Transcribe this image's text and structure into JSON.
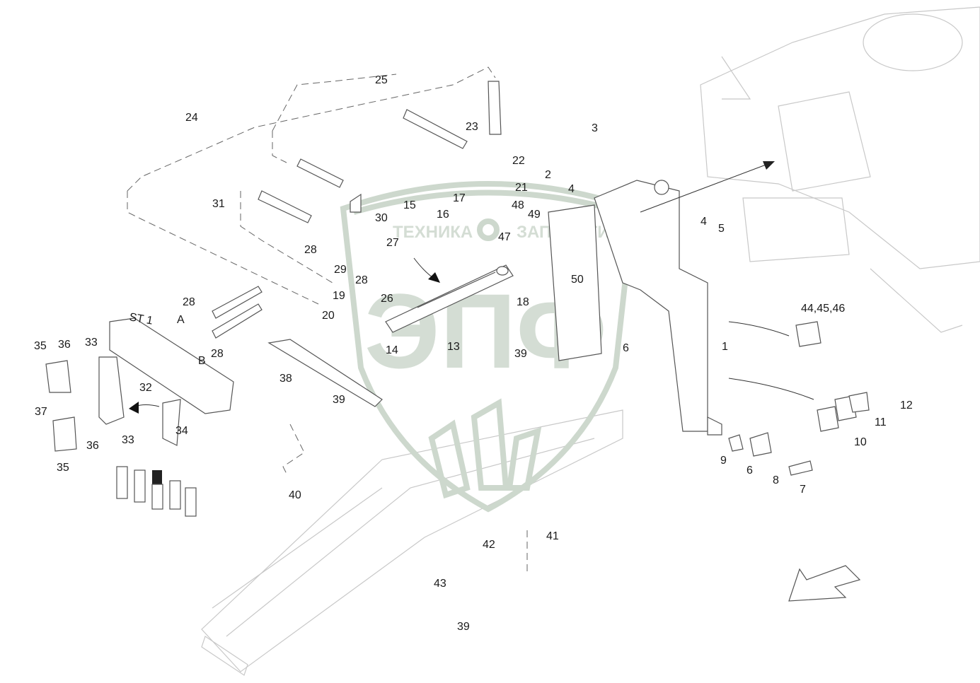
{
  "watermark": {
    "left_word": "ТЕХНИКА",
    "right_word": "ЗАПЧАСТИ",
    "logo_letters": "ЭПФ"
  },
  "labels": {
    "st1": "ST 1",
    "port_a": "A",
    "port_b": "B"
  },
  "callouts": [
    "1",
    "2",
    "3",
    "4",
    "4",
    "5",
    "6",
    "6",
    "7",
    "8",
    "9",
    "10",
    "11",
    "12",
    "13",
    "14",
    "15",
    "16",
    "17",
    "18",
    "19",
    "20",
    "21",
    "22",
    "23",
    "24",
    "25",
    "26",
    "27",
    "28",
    "28",
    "28",
    "28",
    "29",
    "30",
    "31",
    "32",
    "33",
    "33",
    "34",
    "35",
    "35",
    "36",
    "36",
    "37",
    "38",
    "39",
    "39",
    "39",
    "40",
    "41",
    "42",
    "43",
    "44,45,46",
    "47",
    "48",
    "49",
    "50"
  ]
}
